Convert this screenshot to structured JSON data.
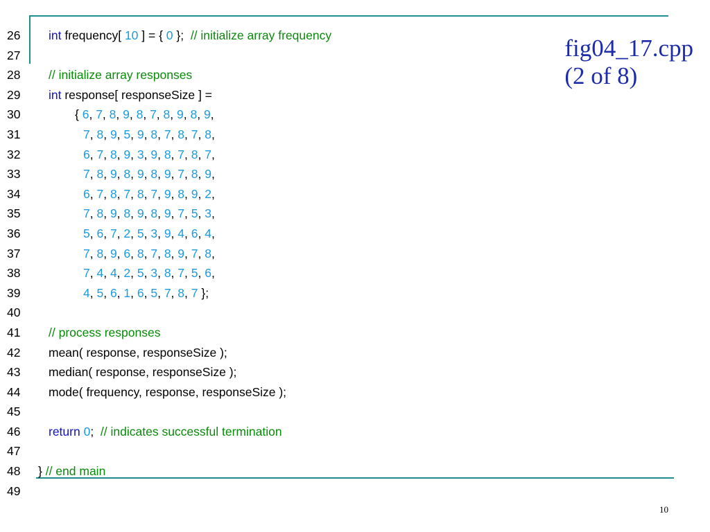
{
  "slide": {
    "title_lines": [
      "fig04_17.cpp",
      "(2 of  8)"
    ],
    "page_number": "10",
    "colors": {
      "accent": "#1f8e8e",
      "title": "#1b2baa",
      "keyword": "#1010d0",
      "number": "#1a9ae0",
      "comment": "#0a8a0a",
      "plain": "#000000"
    }
  },
  "code": {
    "lines": [
      {
        "num": "26",
        "indent": 1,
        "segments": [
          {
            "t": "int",
            "c": "keyword"
          },
          {
            "t": " frequency[ ",
            "c": "plain"
          },
          {
            "t": "10",
            "c": "number"
          },
          {
            "t": " ] = { ",
            "c": "plain"
          },
          {
            "t": "0",
            "c": "number"
          },
          {
            "t": " };  ",
            "c": "plain"
          },
          {
            "t": "// initialize array frequency",
            "c": "comment"
          }
        ]
      },
      {
        "num": "27",
        "indent": 0,
        "segments": []
      },
      {
        "num": "28",
        "indent": 1,
        "segments": [
          {
            "t": "// initialize array responses",
            "c": "comment"
          }
        ]
      },
      {
        "num": "29",
        "indent": 1,
        "segments": [
          {
            "t": "int",
            "c": "keyword"
          },
          {
            "t": " response[ responseSize ] =",
            "c": "plain"
          }
        ]
      },
      {
        "num": "30",
        "indent": 2,
        "segments": [
          {
            "t": "{ ",
            "c": "plain"
          },
          {
            "t": "6",
            "c": "number"
          },
          {
            "t": ", ",
            "c": "plain"
          },
          {
            "t": "7",
            "c": "number"
          },
          {
            "t": ", ",
            "c": "plain"
          },
          {
            "t": "8",
            "c": "number"
          },
          {
            "t": ", ",
            "c": "plain"
          },
          {
            "t": "9",
            "c": "number"
          },
          {
            "t": ", ",
            "c": "plain"
          },
          {
            "t": "8",
            "c": "number"
          },
          {
            "t": ", ",
            "c": "plain"
          },
          {
            "t": "7",
            "c": "number"
          },
          {
            "t": ", ",
            "c": "plain"
          },
          {
            "t": "8",
            "c": "number"
          },
          {
            "t": ", ",
            "c": "plain"
          },
          {
            "t": "9",
            "c": "number"
          },
          {
            "t": ", ",
            "c": "plain"
          },
          {
            "t": "8",
            "c": "number"
          },
          {
            "t": ", ",
            "c": "plain"
          },
          {
            "t": "9",
            "c": "number"
          },
          {
            "t": ",",
            "c": "plain"
          }
        ]
      },
      {
        "num": "31",
        "indent": 3,
        "segments": [
          {
            "t": "7",
            "c": "number"
          },
          {
            "t": ", ",
            "c": "plain"
          },
          {
            "t": "8",
            "c": "number"
          },
          {
            "t": ", ",
            "c": "plain"
          },
          {
            "t": "9",
            "c": "number"
          },
          {
            "t": ", ",
            "c": "plain"
          },
          {
            "t": "5",
            "c": "number"
          },
          {
            "t": ", ",
            "c": "plain"
          },
          {
            "t": "9",
            "c": "number"
          },
          {
            "t": ", ",
            "c": "plain"
          },
          {
            "t": "8",
            "c": "number"
          },
          {
            "t": ", ",
            "c": "plain"
          },
          {
            "t": "7",
            "c": "number"
          },
          {
            "t": ", ",
            "c": "plain"
          },
          {
            "t": "8",
            "c": "number"
          },
          {
            "t": ", ",
            "c": "plain"
          },
          {
            "t": "7",
            "c": "number"
          },
          {
            "t": ", ",
            "c": "plain"
          },
          {
            "t": "8",
            "c": "number"
          },
          {
            "t": ",",
            "c": "plain"
          }
        ]
      },
      {
        "num": "32",
        "indent": 3,
        "segments": [
          {
            "t": "6",
            "c": "number"
          },
          {
            "t": ", ",
            "c": "plain"
          },
          {
            "t": "7",
            "c": "number"
          },
          {
            "t": ", ",
            "c": "plain"
          },
          {
            "t": "8",
            "c": "number"
          },
          {
            "t": ", ",
            "c": "plain"
          },
          {
            "t": "9",
            "c": "number"
          },
          {
            "t": ", ",
            "c": "plain"
          },
          {
            "t": "3",
            "c": "number"
          },
          {
            "t": ", ",
            "c": "plain"
          },
          {
            "t": "9",
            "c": "number"
          },
          {
            "t": ", ",
            "c": "plain"
          },
          {
            "t": "8",
            "c": "number"
          },
          {
            "t": ", ",
            "c": "plain"
          },
          {
            "t": "7",
            "c": "number"
          },
          {
            "t": ", ",
            "c": "plain"
          },
          {
            "t": "8",
            "c": "number"
          },
          {
            "t": ", ",
            "c": "plain"
          },
          {
            "t": "7",
            "c": "number"
          },
          {
            "t": ",",
            "c": "plain"
          }
        ]
      },
      {
        "num": "33",
        "indent": 3,
        "segments": [
          {
            "t": "7",
            "c": "number"
          },
          {
            "t": ", ",
            "c": "plain"
          },
          {
            "t": "8",
            "c": "number"
          },
          {
            "t": ", ",
            "c": "plain"
          },
          {
            "t": "9",
            "c": "number"
          },
          {
            "t": ", ",
            "c": "plain"
          },
          {
            "t": "8",
            "c": "number"
          },
          {
            "t": ", ",
            "c": "plain"
          },
          {
            "t": "9",
            "c": "number"
          },
          {
            "t": ", ",
            "c": "plain"
          },
          {
            "t": "8",
            "c": "number"
          },
          {
            "t": ", ",
            "c": "plain"
          },
          {
            "t": "9",
            "c": "number"
          },
          {
            "t": ", ",
            "c": "plain"
          },
          {
            "t": "7",
            "c": "number"
          },
          {
            "t": ", ",
            "c": "plain"
          },
          {
            "t": "8",
            "c": "number"
          },
          {
            "t": ", ",
            "c": "plain"
          },
          {
            "t": "9",
            "c": "number"
          },
          {
            "t": ",",
            "c": "plain"
          }
        ]
      },
      {
        "num": "34",
        "indent": 3,
        "segments": [
          {
            "t": "6",
            "c": "number"
          },
          {
            "t": ", ",
            "c": "plain"
          },
          {
            "t": "7",
            "c": "number"
          },
          {
            "t": ", ",
            "c": "plain"
          },
          {
            "t": "8",
            "c": "number"
          },
          {
            "t": ", ",
            "c": "plain"
          },
          {
            "t": "7",
            "c": "number"
          },
          {
            "t": ", ",
            "c": "plain"
          },
          {
            "t": "8",
            "c": "number"
          },
          {
            "t": ", ",
            "c": "plain"
          },
          {
            "t": "7",
            "c": "number"
          },
          {
            "t": ", ",
            "c": "plain"
          },
          {
            "t": "9",
            "c": "number"
          },
          {
            "t": ", ",
            "c": "plain"
          },
          {
            "t": "8",
            "c": "number"
          },
          {
            "t": ", ",
            "c": "plain"
          },
          {
            "t": "9",
            "c": "number"
          },
          {
            "t": ", ",
            "c": "plain"
          },
          {
            "t": "2",
            "c": "number"
          },
          {
            "t": ",",
            "c": "plain"
          }
        ]
      },
      {
        "num": "35",
        "indent": 3,
        "segments": [
          {
            "t": "7",
            "c": "number"
          },
          {
            "t": ", ",
            "c": "plain"
          },
          {
            "t": "8",
            "c": "number"
          },
          {
            "t": ", ",
            "c": "plain"
          },
          {
            "t": "9",
            "c": "number"
          },
          {
            "t": ", ",
            "c": "plain"
          },
          {
            "t": "8",
            "c": "number"
          },
          {
            "t": ", ",
            "c": "plain"
          },
          {
            "t": "9",
            "c": "number"
          },
          {
            "t": ", ",
            "c": "plain"
          },
          {
            "t": "8",
            "c": "number"
          },
          {
            "t": ", ",
            "c": "plain"
          },
          {
            "t": "9",
            "c": "number"
          },
          {
            "t": ", ",
            "c": "plain"
          },
          {
            "t": "7",
            "c": "number"
          },
          {
            "t": ", ",
            "c": "plain"
          },
          {
            "t": "5",
            "c": "number"
          },
          {
            "t": ", ",
            "c": "plain"
          },
          {
            "t": "3",
            "c": "number"
          },
          {
            "t": ",",
            "c": "plain"
          }
        ]
      },
      {
        "num": "36",
        "indent": 3,
        "segments": [
          {
            "t": "5",
            "c": "number"
          },
          {
            "t": ", ",
            "c": "plain"
          },
          {
            "t": "6",
            "c": "number"
          },
          {
            "t": ", ",
            "c": "plain"
          },
          {
            "t": "7",
            "c": "number"
          },
          {
            "t": ", ",
            "c": "plain"
          },
          {
            "t": "2",
            "c": "number"
          },
          {
            "t": ", ",
            "c": "plain"
          },
          {
            "t": "5",
            "c": "number"
          },
          {
            "t": ", ",
            "c": "plain"
          },
          {
            "t": "3",
            "c": "number"
          },
          {
            "t": ", ",
            "c": "plain"
          },
          {
            "t": "9",
            "c": "number"
          },
          {
            "t": ", ",
            "c": "plain"
          },
          {
            "t": "4",
            "c": "number"
          },
          {
            "t": ", ",
            "c": "plain"
          },
          {
            "t": "6",
            "c": "number"
          },
          {
            "t": ", ",
            "c": "plain"
          },
          {
            "t": "4",
            "c": "number"
          },
          {
            "t": ",",
            "c": "plain"
          }
        ]
      },
      {
        "num": "37",
        "indent": 3,
        "segments": [
          {
            "t": "7",
            "c": "number"
          },
          {
            "t": ", ",
            "c": "plain"
          },
          {
            "t": "8",
            "c": "number"
          },
          {
            "t": ", ",
            "c": "plain"
          },
          {
            "t": "9",
            "c": "number"
          },
          {
            "t": ", ",
            "c": "plain"
          },
          {
            "t": "6",
            "c": "number"
          },
          {
            "t": ", ",
            "c": "plain"
          },
          {
            "t": "8",
            "c": "number"
          },
          {
            "t": ", ",
            "c": "plain"
          },
          {
            "t": "7",
            "c": "number"
          },
          {
            "t": ", ",
            "c": "plain"
          },
          {
            "t": "8",
            "c": "number"
          },
          {
            "t": ", ",
            "c": "plain"
          },
          {
            "t": "9",
            "c": "number"
          },
          {
            "t": ", ",
            "c": "plain"
          },
          {
            "t": "7",
            "c": "number"
          },
          {
            "t": ", ",
            "c": "plain"
          },
          {
            "t": "8",
            "c": "number"
          },
          {
            "t": ",",
            "c": "plain"
          }
        ]
      },
      {
        "num": "38",
        "indent": 3,
        "segments": [
          {
            "t": "7",
            "c": "number"
          },
          {
            "t": ", ",
            "c": "plain"
          },
          {
            "t": "4",
            "c": "number"
          },
          {
            "t": ", ",
            "c": "plain"
          },
          {
            "t": "4",
            "c": "number"
          },
          {
            "t": ", ",
            "c": "plain"
          },
          {
            "t": "2",
            "c": "number"
          },
          {
            "t": ", ",
            "c": "plain"
          },
          {
            "t": "5",
            "c": "number"
          },
          {
            "t": ", ",
            "c": "plain"
          },
          {
            "t": "3",
            "c": "number"
          },
          {
            "t": ", ",
            "c": "plain"
          },
          {
            "t": "8",
            "c": "number"
          },
          {
            "t": ", ",
            "c": "plain"
          },
          {
            "t": "7",
            "c": "number"
          },
          {
            "t": ", ",
            "c": "plain"
          },
          {
            "t": "5",
            "c": "number"
          },
          {
            "t": ", ",
            "c": "plain"
          },
          {
            "t": "6",
            "c": "number"
          },
          {
            "t": ",",
            "c": "plain"
          }
        ]
      },
      {
        "num": "39",
        "indent": 3,
        "segments": [
          {
            "t": "4",
            "c": "number"
          },
          {
            "t": ", ",
            "c": "plain"
          },
          {
            "t": "5",
            "c": "number"
          },
          {
            "t": ", ",
            "c": "plain"
          },
          {
            "t": "6",
            "c": "number"
          },
          {
            "t": ", ",
            "c": "plain"
          },
          {
            "t": "1",
            "c": "number"
          },
          {
            "t": ", ",
            "c": "plain"
          },
          {
            "t": "6",
            "c": "number"
          },
          {
            "t": ", ",
            "c": "plain"
          },
          {
            "t": "5",
            "c": "number"
          },
          {
            "t": ", ",
            "c": "plain"
          },
          {
            "t": "7",
            "c": "number"
          },
          {
            "t": ", ",
            "c": "plain"
          },
          {
            "t": "8",
            "c": "number"
          },
          {
            "t": ", ",
            "c": "plain"
          },
          {
            "t": "7",
            "c": "number"
          },
          {
            "t": " };",
            "c": "plain"
          }
        ]
      },
      {
        "num": "40",
        "indent": 0,
        "segments": []
      },
      {
        "num": "41",
        "indent": 1,
        "segments": [
          {
            "t": "// process responses",
            "c": "comment"
          }
        ]
      },
      {
        "num": "42",
        "indent": 1,
        "segments": [
          {
            "t": "mean( response, responseSize );",
            "c": "plain"
          }
        ]
      },
      {
        "num": "43",
        "indent": 1,
        "segments": [
          {
            "t": "median( response, responseSize );",
            "c": "plain"
          }
        ]
      },
      {
        "num": "44",
        "indent": 1,
        "segments": [
          {
            "t": "mode( frequency, response, responseSize );",
            "c": "plain"
          }
        ]
      },
      {
        "num": "45",
        "indent": 0,
        "segments": []
      },
      {
        "num": "46",
        "indent": 1,
        "segments": [
          {
            "t": "return",
            "c": "keyword"
          },
          {
            "t": " ",
            "c": "plain"
          },
          {
            "t": "0",
            "c": "number"
          },
          {
            "t": ";  ",
            "c": "plain"
          },
          {
            "t": "// indicates successful termination",
            "c": "comment"
          }
        ]
      },
      {
        "num": "47",
        "indent": 0,
        "segments": []
      },
      {
        "num": "48",
        "indent": 0,
        "segments": [
          {
            "t": "} ",
            "c": "plain"
          },
          {
            "t": "// end main",
            "c": "comment"
          }
        ]
      },
      {
        "num": "49",
        "indent": 0,
        "segments": []
      }
    ]
  }
}
